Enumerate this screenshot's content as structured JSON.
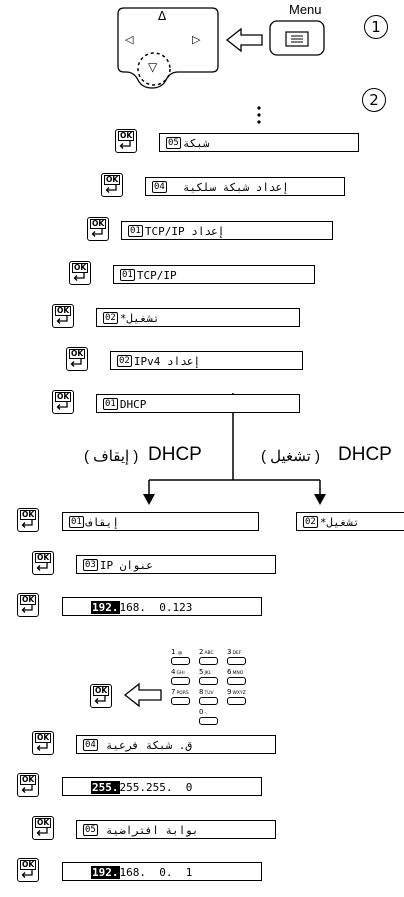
{
  "header": {
    "menu_label": "Menu",
    "step1": "1",
    "step2": "2"
  },
  "screens": [
    {
      "num": "05",
      "text": "شبكة",
      "star": ""
    },
    {
      "num": "04",
      "text": "إعداد شبكة سلكية",
      "star": ""
    },
    {
      "num": "01",
      "text": "إعداد TCP/IP",
      "star": ""
    },
    {
      "num": "01",
      "text": "TCP/IP",
      "star": ""
    },
    {
      "num": "02",
      "text": "تشغيل",
      "star": "*"
    },
    {
      "num": "02",
      "text": "إعداد IPv4",
      "star": ""
    },
    {
      "num": "01",
      "text": "DHCP",
      "star": ""
    }
  ],
  "branch": {
    "off_label": "DHCP",
    "off_paren": "( إيقاف )",
    "on_label": "DHCP",
    "on_paren": "( تشغيل )"
  },
  "branch_screens": {
    "off": {
      "num": "01",
      "text": "إيقاف"
    },
    "on": {
      "num": "02",
      "text": "تشغيل",
      "star": "*"
    }
  },
  "static_screens": [
    {
      "num": "03",
      "text": "عنوان IP"
    },
    {
      "ip_hl": "192.",
      "ip_rest": "168.  0.123"
    },
    {
      "num": "04",
      "text": "ق. شبكة فرعية"
    },
    {
      "ip_hl": "255.",
      "ip_rest": "255.255.  0"
    },
    {
      "num": "05",
      "text": "بوابة افتراضية"
    },
    {
      "ip_hl": "192.",
      "ip_rest": "168.  0.  1"
    }
  ],
  "keypad": [
    {
      "digit": "1",
      "letters": ".@"
    },
    {
      "digit": "2",
      "letters": "ABC"
    },
    {
      "digit": "3",
      "letters": "DEF"
    },
    {
      "digit": "4",
      "letters": "GHI"
    },
    {
      "digit": "5",
      "letters": "JKL"
    },
    {
      "digit": "6",
      "letters": "MNO"
    },
    {
      "digit": "7",
      "letters": "PQRS"
    },
    {
      "digit": "8",
      "letters": "TUV"
    },
    {
      "digit": "9",
      "letters": "WXYZ"
    },
    {
      "digit": "0",
      "letters": "-,"
    }
  ],
  "ok_label": "OK",
  "dpad_arrows": {
    "up": "Δ",
    "left": "◁",
    "right": "▷",
    "down": "▽"
  }
}
